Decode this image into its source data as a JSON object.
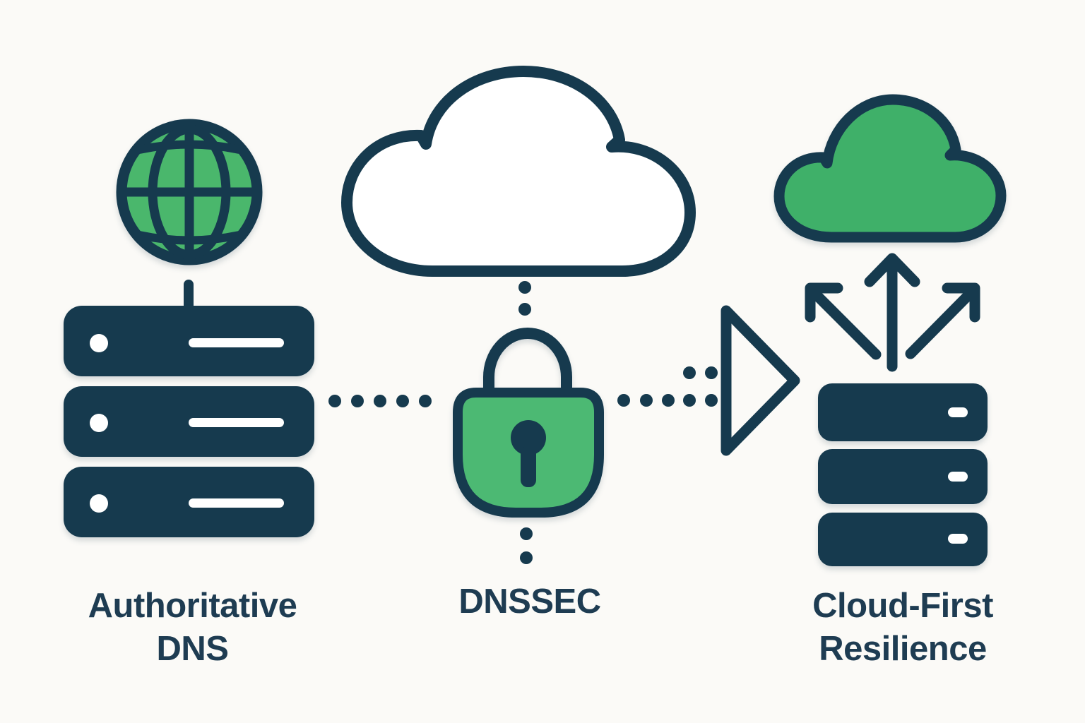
{
  "diagram_title": "DNS security flow diagram",
  "colors": {
    "navy": "#163a4e",
    "text": "#1e3c52",
    "globe_green": "#4ab76c",
    "lock_green": "#4cb973",
    "cloud_green": "#3fb069",
    "background": "#fbfaf7",
    "white": "#ffffff"
  },
  "labels": {
    "authoritative_dns": "Authoritative\nDNS",
    "dnssec": "DNSSEC",
    "cloud_first_resilience": "Cloud-First\nResilience"
  },
  "icons": [
    "globe-icon",
    "server-stack-icon",
    "cloud-outline-icon",
    "padlock-icon",
    "play-triangle-icon",
    "fanout-arrows-icon",
    "cloud-filled-icon",
    "resilience-server-stack-icon",
    "dotted-connector"
  ],
  "flow": [
    "Authoritative DNS",
    "DNSSEC",
    "Cloud-First Resilience"
  ]
}
